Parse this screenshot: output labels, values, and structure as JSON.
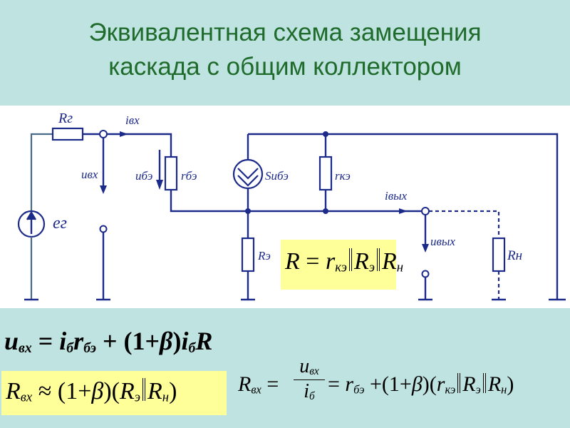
{
  "title": {
    "line1": "Эквивалентная схема замещения",
    "line2": "каскада с общим коллектором"
  },
  "circuit": {
    "labels": {
      "rg": "Rг",
      "eg": "eг",
      "ivx": "iвх",
      "uvx": "uвх",
      "ube": "uбэ",
      "rbe": "rбэ",
      "sube": "Suбэ",
      "rke": "rкэ",
      "re": "Rэ",
      "ivyx": "iвых",
      "uvyx": "uвых",
      "rn": "Rн"
    }
  },
  "formulas": {
    "R": {
      "lhs": "R",
      "eq": "=",
      "r": "r",
      "r_sub": "кэ",
      "R1": "R",
      "R1_sub": "э",
      "R2": "R",
      "R2_sub": "н"
    },
    "uvx": {
      "u": "u",
      "u_sub": "вх",
      "eq": "=",
      "i1": "i",
      "i1_sub": "б",
      "r": "r",
      "r_sub": "бэ",
      "plus": "+",
      "paren": "(1+",
      "beta": "β",
      "close": ")",
      "i2": "i",
      "i2_sub": "б",
      "R": "R"
    },
    "rvx_approx": {
      "R": "R",
      "R_sub": "вх",
      "approx": "≈",
      "paren1": "(1+",
      "beta": "β",
      "close1": ")(",
      "R1": "R",
      "R1_sub": "э",
      "R2": "R",
      "R2_sub": "н",
      "close2": ")"
    },
    "rvx_full": {
      "R": "R",
      "R_sub": "вх",
      "eq1": "=",
      "num": "u",
      "num_sub": "вх",
      "den": "i",
      "den_sub": "б",
      "eq2": "=",
      "r": "r",
      "r_sub": "бэ",
      "plus": "+",
      "paren1": "(1+",
      "beta": "β",
      "close1": ")(",
      "r2": "r",
      "r2_sub": "кэ",
      "R1": "R",
      "R1_sub": "э",
      "R2": "R",
      "R2_sub": "н",
      "close2": ")"
    }
  }
}
